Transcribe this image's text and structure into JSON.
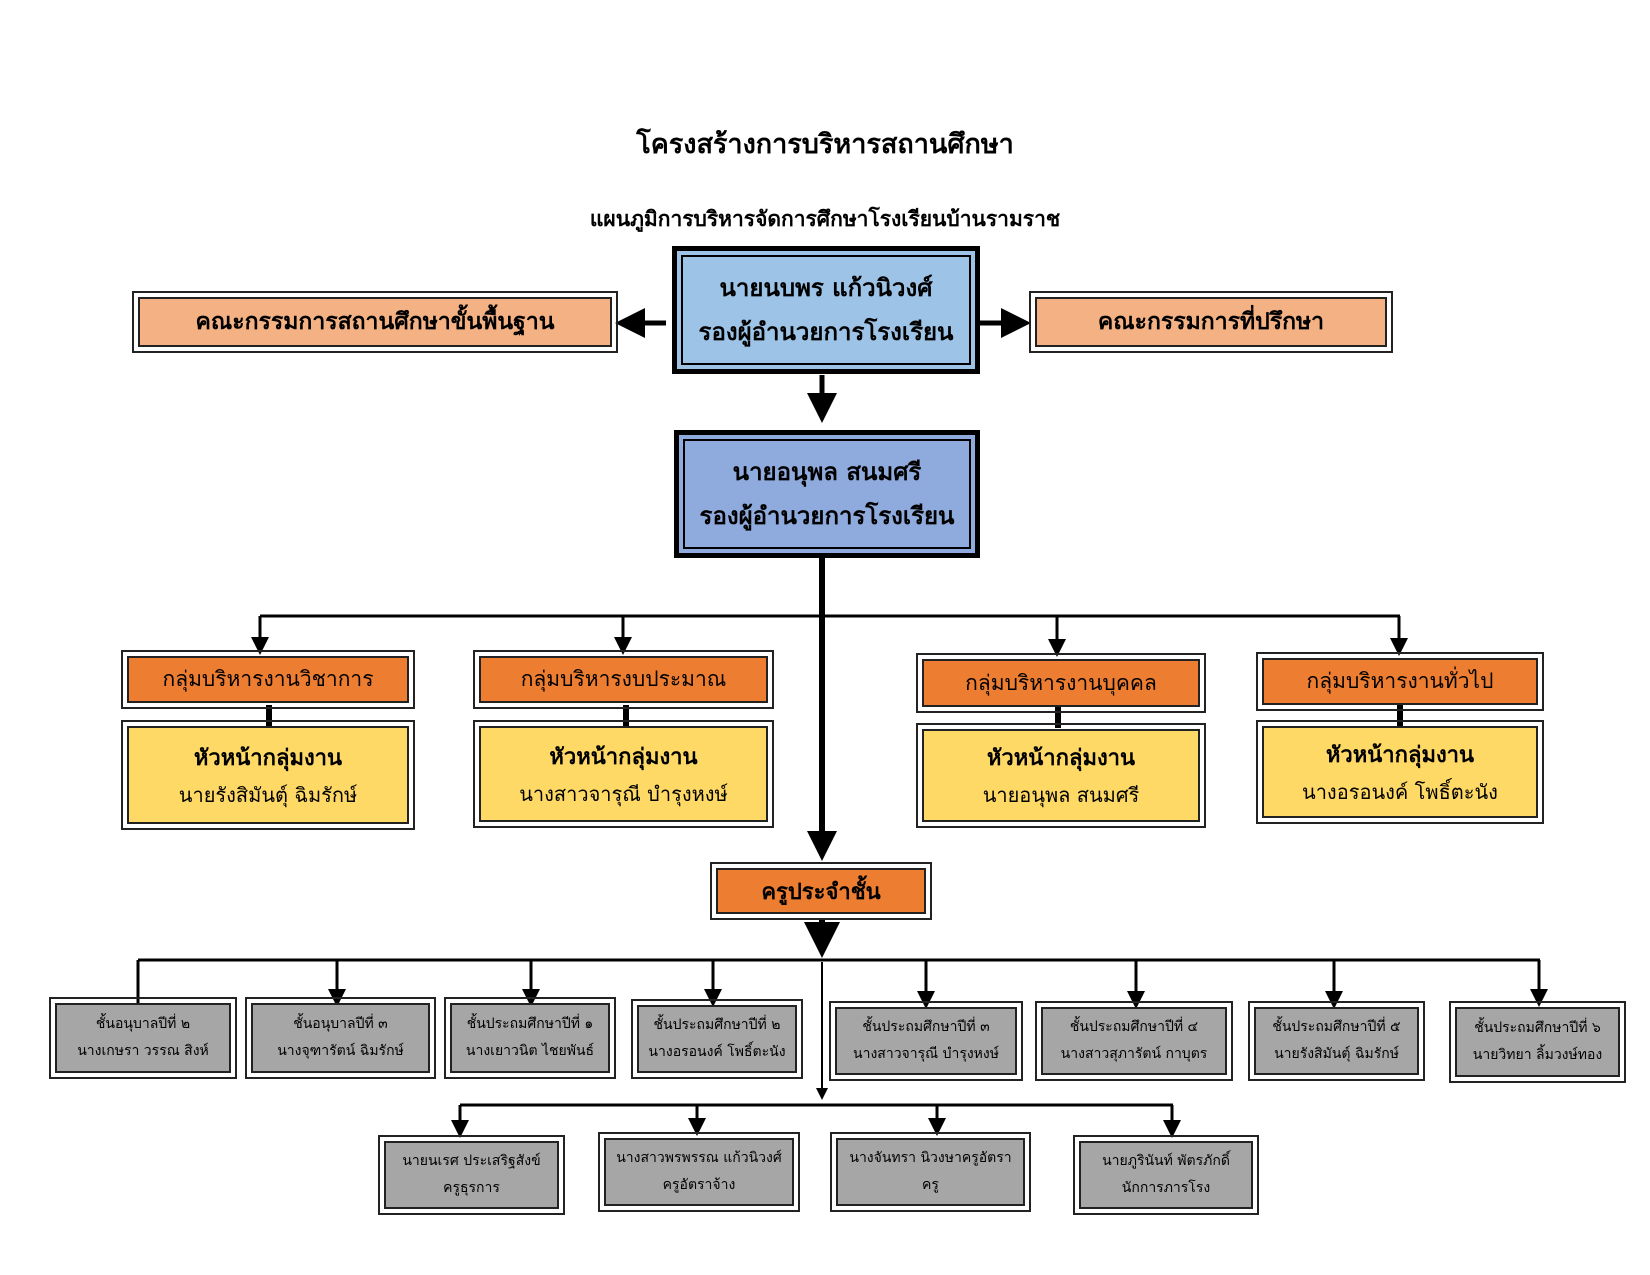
{
  "title": "โครงสร้างการบริหารสถานศึกษา",
  "subtitle": "แผนภูมิการบริหารจัดการศึกษาโรงเรียนบ้านรามราช",
  "director": {
    "name": "นายนบพร แก้วนิวงศ์",
    "role": "รองผู้อำนวยการโรงเรียน"
  },
  "deputy": {
    "name": "นายอนุพล สนมศรี",
    "role": "รองผู้อำนวยการโรงเรียน"
  },
  "board_left": "คณะกรรมการสถานศึกษาขั้นพื้นฐาน",
  "board_right": "คณะกรรมการที่ปรึกษา",
  "groups": [
    {
      "name": "กลุ่มบริหารงานวิชาการ",
      "leader_title": "หัวหน้ากลุ่มงาน",
      "leader": "นายรังสิมันตุ์ ฉิมรักษ์"
    },
    {
      "name": "กลุ่มบริหารงบประมาณ",
      "leader_title": "หัวหน้ากลุ่มงาน",
      "leader": "นางสาวจารุณี บำรุงหงษ์"
    },
    {
      "name": "กลุ่มบริหารงานบุคคล",
      "leader_title": "หัวหน้ากลุ่มงาน",
      "leader": "นายอนุพล สนมศรี"
    },
    {
      "name": "กลุ่มบริหารงานทั่วไป",
      "leader_title": "หัวหน้ากลุ่มงาน",
      "leader": "นางอรอนงค์ โพธิ์ตะนัง"
    }
  ],
  "homeroom": "ครูประจำชั้น",
  "grades": [
    {
      "level": "ชั้นอนุบาลปีที่ ๒",
      "teacher": "นางเกษรา วรรณ สิงห์"
    },
    {
      "level": "ชั้นอนุบาลปีที่ ๓",
      "teacher": "นางจุฑารัตน์ ฉิมรักษ์"
    },
    {
      "level": "ชั้นประถมศึกษาปีที่ ๑",
      "teacher": "นางเยาวนิต ไชยพันธ์"
    },
    {
      "level": "ชั้นประถมศึกษาปีที่ ๒",
      "teacher": "นางอรอนงค์ โพธิ์ตะนัง"
    },
    {
      "level": "ชั้นประถมศึกษาปีที่ ๓",
      "teacher": "นางสาวจารุณี บำรุงหงษ์"
    },
    {
      "level": "ชั้นประถมศึกษาปีที่ ๔",
      "teacher": "นางสาวสุภารัตน์ กาบุตร"
    },
    {
      "level": "ชั้นประถมศึกษาปีที่ ๕",
      "teacher": "นายรังสิมันตุ์ ฉิมรักษ์"
    },
    {
      "level": "ชั้นประถมศึกษาปีที่ ๖",
      "teacher": "นายวิทยา ลิ้มวงษ์ทอง"
    }
  ],
  "staff": [
    {
      "name": "นายนเรศ ประเสริฐสังข์",
      "role": "ครูธุรการ"
    },
    {
      "name": "นางสาวพรพรรณ แก้วนิวงศ์",
      "role": "ครูอัตราจ้าง"
    },
    {
      "name": "นางจันทรา นิวงษาครูอัตรา",
      "role": "ครู"
    },
    {
      "name": "นายภูรินันท์ พัตรภักดิ์",
      "role": "นักการภารโรง"
    }
  ]
}
